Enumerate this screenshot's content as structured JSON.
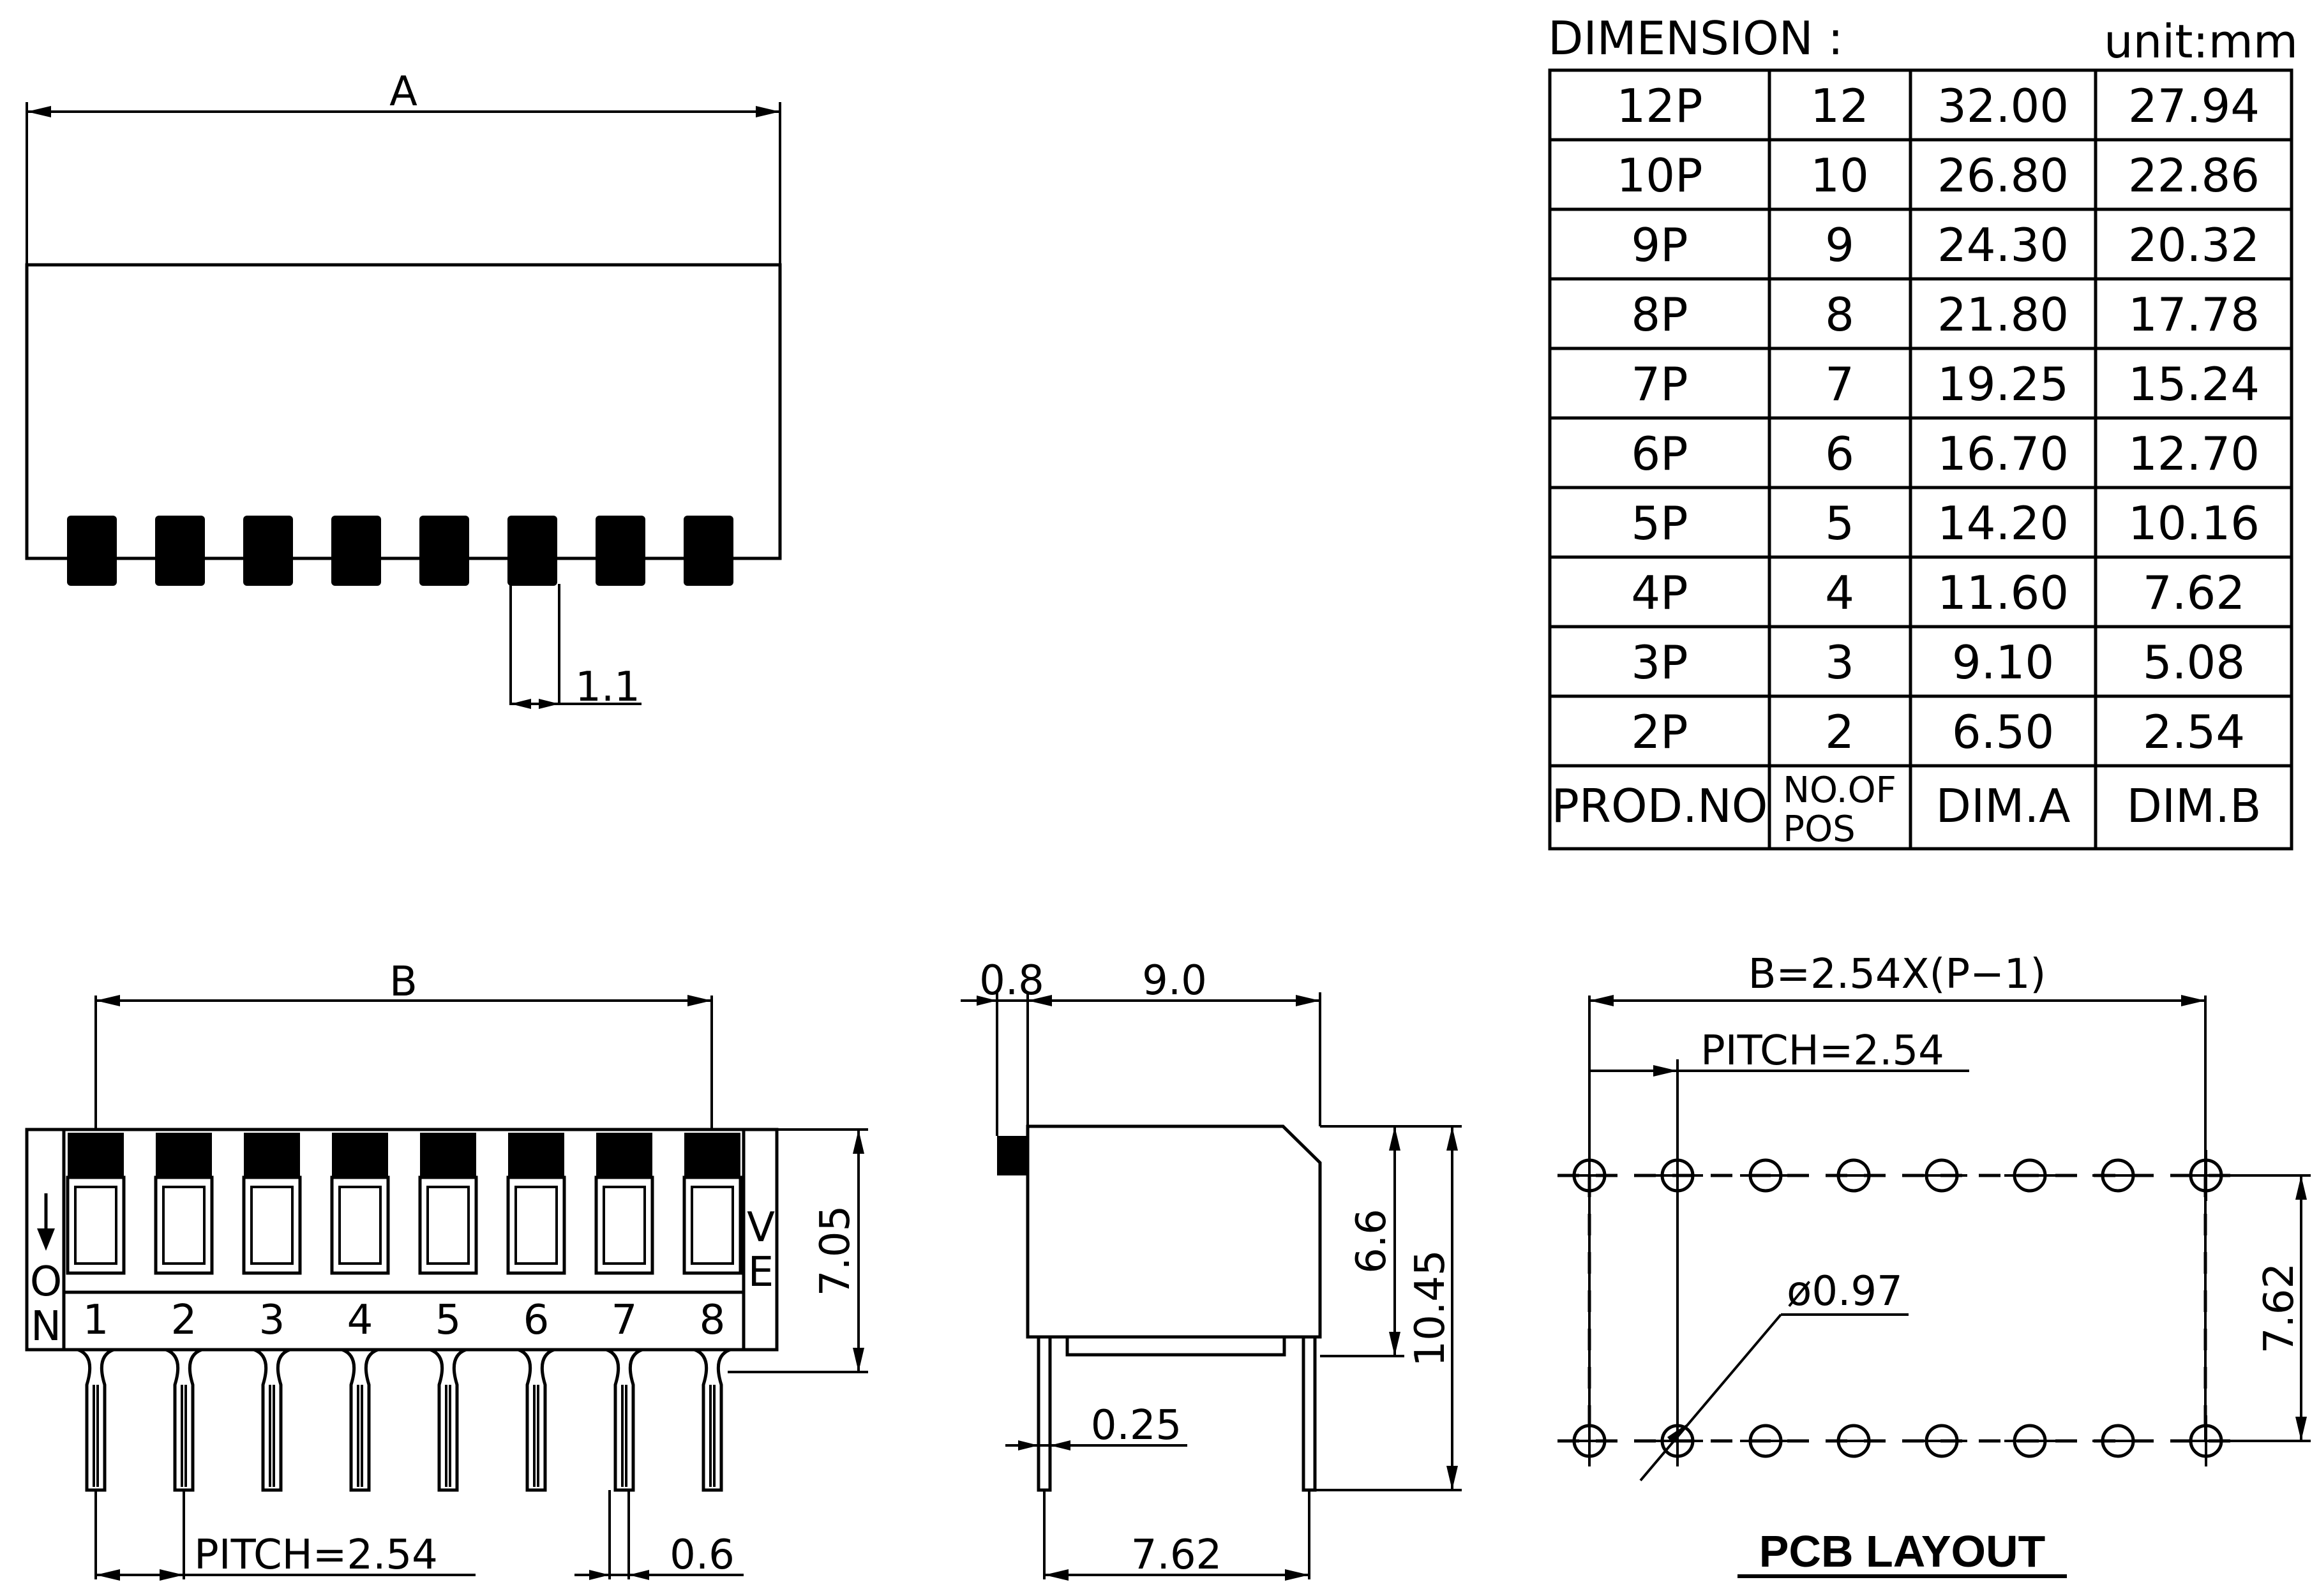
{
  "table": {
    "heading": "DIMENSION  :",
    "unit": "unit:mm",
    "rows": [
      {
        "prod": "12P",
        "pos": "12",
        "dim_a": "32.00",
        "dim_b": "27.94"
      },
      {
        "prod": "10P",
        "pos": "10",
        "dim_a": "26.80",
        "dim_b": "22.86"
      },
      {
        "prod": "9P",
        "pos": "9",
        "dim_a": "24.30",
        "dim_b": "20.32"
      },
      {
        "prod": "8P",
        "pos": "8",
        "dim_a": "21.80",
        "dim_b": "17.78"
      },
      {
        "prod": "7P",
        "pos": "7",
        "dim_a": "19.25",
        "dim_b": "15.24"
      },
      {
        "prod": "6P",
        "pos": "6",
        "dim_a": "16.70",
        "dim_b": "12.70"
      },
      {
        "prod": "5P",
        "pos": "5",
        "dim_a": "14.20",
        "dim_b": "10.16"
      },
      {
        "prod": "4P",
        "pos": "4",
        "dim_a": "11.60",
        "dim_b": "7.62"
      },
      {
        "prod": "3P",
        "pos": "3",
        "dim_a": "9.10",
        "dim_b": "5.08"
      },
      {
        "prod": "2P",
        "pos": "2",
        "dim_a": "6.50",
        "dim_b": "2.54"
      }
    ],
    "header": {
      "prod": "PROD.NO",
      "pos_line1": "NO.OF",
      "pos_line2": "POS",
      "dim_a": "DIM.A",
      "dim_b": "DIM.B"
    }
  },
  "top_view": {
    "dim_a": "A",
    "actuator_width": "1.1"
  },
  "front_view": {
    "dim_b": "B",
    "height": "7.05",
    "on_label_o": "O",
    "on_label_n": "N",
    "side_letter_v": "V",
    "side_letter_e": "E",
    "switch_numbers": [
      "1",
      "2",
      "3",
      "4",
      "5",
      "6",
      "7",
      "8"
    ],
    "pitch": "PITCH=2.54",
    "pin_width": "0.6"
  },
  "side_view": {
    "actuator": "0.8",
    "length": "9.0",
    "body_height": "6.6",
    "total_height": "10.45",
    "pin_thickness": "0.25",
    "row_spacing": "7.62"
  },
  "pcb": {
    "formula": "B=2.54X(P−1)",
    "pitch": "PITCH=2.54",
    "hole": "ø0.97",
    "row_spacing": "7.62",
    "title": "PCB LAYOUT"
  }
}
